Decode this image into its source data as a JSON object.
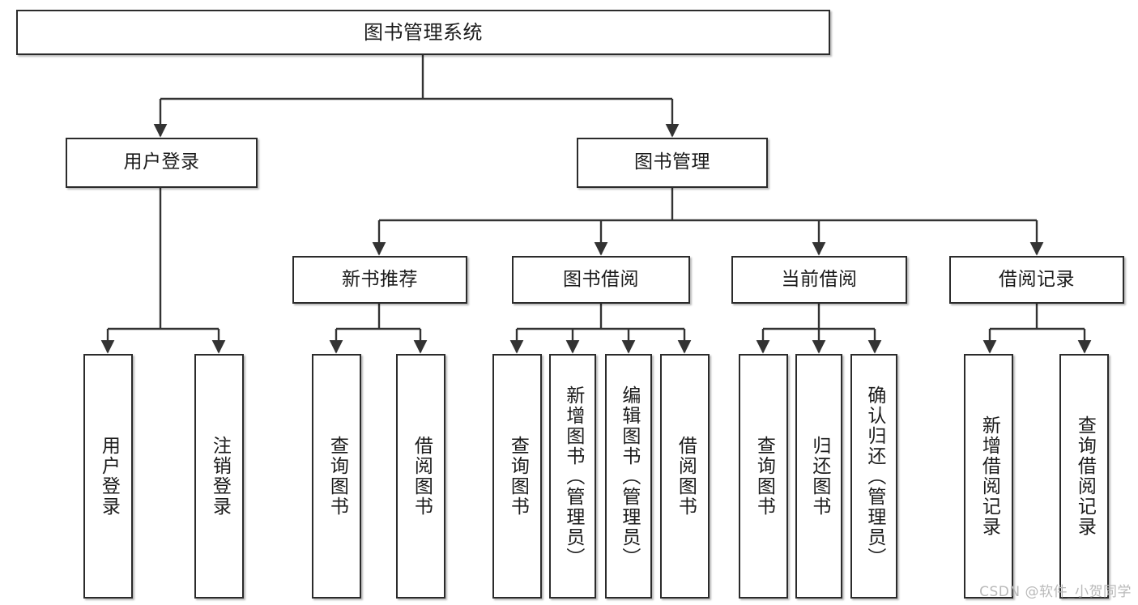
{
  "diagram": {
    "title": "图书管理系统",
    "type": "hierarchy-tree",
    "watermark": "CSDN @软件_小贺同学",
    "colors": {
      "box_border": "#2b2b2b",
      "box_fill": "#ffffff",
      "connector": "#333333",
      "text": "#1b1b1b",
      "watermark": "#b9b9b9",
      "background": "#ffffff"
    },
    "root": {
      "label": "图书管理系统"
    },
    "level2": [
      {
        "label": "用户登录"
      },
      {
        "label": "图书管理"
      }
    ],
    "level3": [
      {
        "label": "新书推荐"
      },
      {
        "label": "图书借阅"
      },
      {
        "label": "当前借阅"
      },
      {
        "label": "借阅记录"
      }
    ],
    "leaves": {
      "user_login": [
        {
          "label": "用户登录"
        },
        {
          "label": "注销登录"
        }
      ],
      "new_book_recommend": [
        {
          "label": "查询图书"
        },
        {
          "label": "借阅图书"
        }
      ],
      "book_borrow": [
        {
          "label": "查询图书"
        },
        {
          "label": "新增图书（管理员）"
        },
        {
          "label": "编辑图书（管理员）"
        },
        {
          "label": "借阅图书"
        }
      ],
      "current_borrow": [
        {
          "label": "查询图书"
        },
        {
          "label": "归还图书"
        },
        {
          "label": "确认归还（管理员）"
        }
      ],
      "borrow_record": [
        {
          "label": "新增借阅记录"
        },
        {
          "label": "查询借阅记录"
        }
      ]
    }
  }
}
